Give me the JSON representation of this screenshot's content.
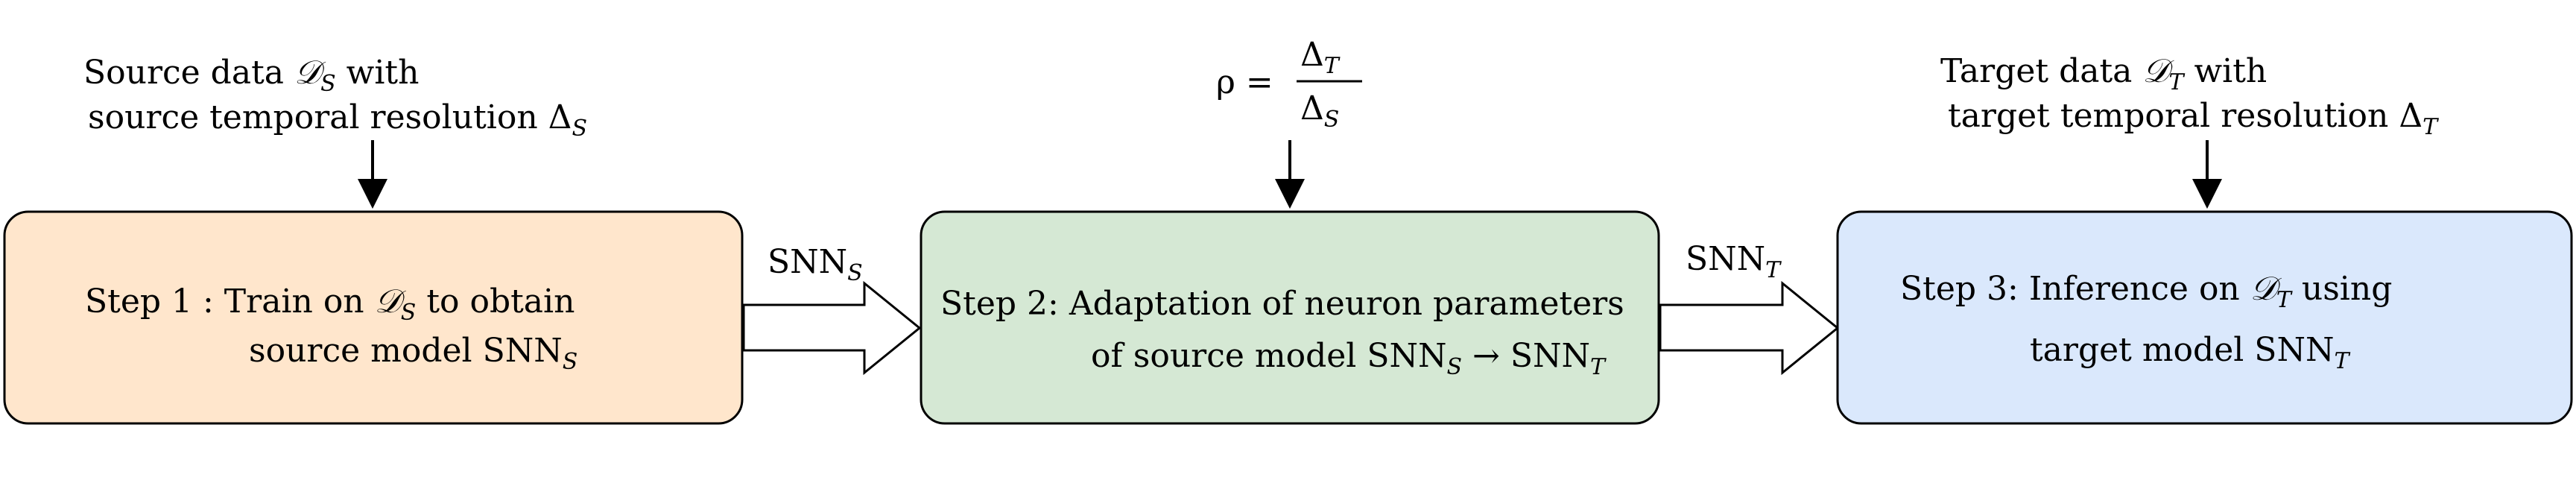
{
  "diagram": {
    "colors": {
      "step1_fill": "#ffe6cc",
      "step2_fill": "#d5e8d4",
      "step3_fill": "#dae8fc",
      "stroke": "#000000",
      "arrow_fill": "#ffffff"
    },
    "inputs": {
      "source": {
        "line1_pre": "Source data ",
        "line1_sym": "𝒟",
        "line1_sub": "S",
        "line1_post": " with",
        "line2_pre": "source temporal resolution Δ",
        "line2_sub": "S"
      },
      "rho": {
        "lhs": "ρ =",
        "num_base": "Δ",
        "num_sub": "T",
        "den_base": "Δ",
        "den_sub": "S"
      },
      "target": {
        "line1_pre": "Target data ",
        "line1_sym": "𝒟",
        "line1_sub": "T",
        "line1_post": " with",
        "line2_pre": "target temporal resolution Δ",
        "line2_sub": "T"
      }
    },
    "steps": {
      "step1": {
        "line1_pre": "Step 1 :  Train on ",
        "line1_sym": "𝒟",
        "line1_sub": "S",
        "line1_post": " to obtain",
        "line2_pre": "source model SNN",
        "line2_sub": "S"
      },
      "step2": {
        "line1": "Step 2: Adaptation of neuron parameters",
        "line2_pre": "of source model SNN",
        "line2_sub1": "S",
        "line2_mid": " → SNN",
        "line2_sub2": "T"
      },
      "step3": {
        "line1_pre": "Step 3: Inference on ",
        "line1_sym": "𝒟",
        "line1_sub": "T",
        "line1_post": " using",
        "line2_pre": "target model SNN",
        "line2_sub": "T"
      }
    },
    "connectors": {
      "arrow12": {
        "base": "SNN",
        "sub": "S"
      },
      "arrow23": {
        "base": "SNN",
        "sub": "T"
      }
    }
  }
}
